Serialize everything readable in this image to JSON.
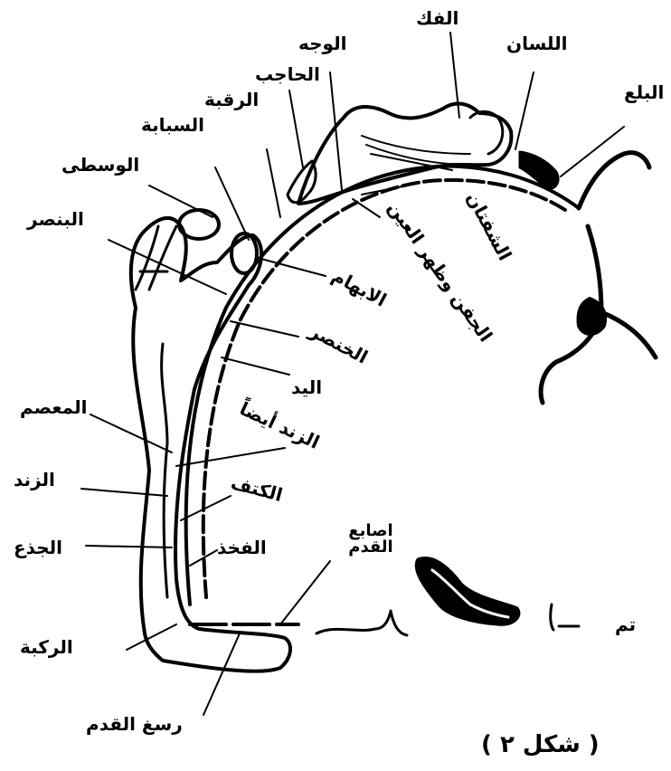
{
  "figure": {
    "caption": "( شكل ٢ )",
    "labels": {
      "al_bal": "البلع",
      "al_lisan": "اللسان",
      "al_fakk": "الفك",
      "al_wajh": "الوجه",
      "al_hajib": "الحاجب",
      "al_raqaba": "الرقبة",
      "al_sabbaba": "السبابة",
      "al_wusta": "الوسطى",
      "al_binsir": "البنصر",
      "al_shafatan": "الشفتان",
      "al_jafn": "الجفن وظهر العين",
      "al_ibham": "الابهام",
      "al_khinsir": "الخنصر",
      "al_yad": "اليد",
      "al_zind_aydan": "الزند أيضاً",
      "al_misam": "المعصم",
      "al_zind": "الزند",
      "al_katif": "الكتف",
      "al_jidh": "الجذع",
      "al_fakhdh": "الفخذ",
      "asabi_al_qadam": "اصابع القدم",
      "al_rukba": "الركبة",
      "rasgh_al_qadam": "رسغ القدم",
      "tamm": "تم"
    }
  }
}
